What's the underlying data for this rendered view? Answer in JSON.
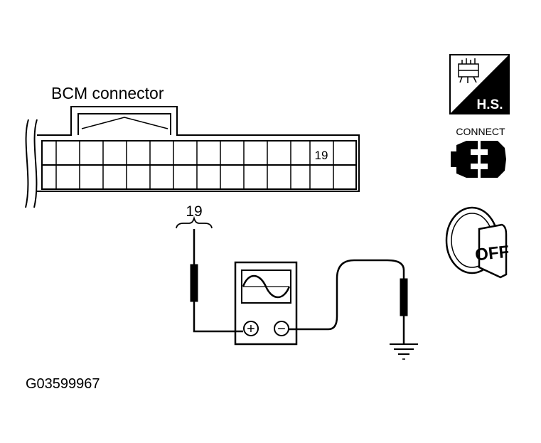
{
  "diagram": {
    "connector_label": "BCM connector",
    "cavity_label": "19",
    "probe_terminal_label": "19",
    "figure_id": "G03599967"
  },
  "meter": {
    "positive_symbol": "+",
    "negative_symbol": "−"
  },
  "icons": {
    "harness_side": {
      "name": "harness-side-icon",
      "label": "H.S."
    },
    "connect": {
      "name": "connector-connect-icon",
      "label": "CONNECT"
    },
    "ignition": {
      "name": "ignition-key-icon",
      "label": "OFF"
    }
  }
}
